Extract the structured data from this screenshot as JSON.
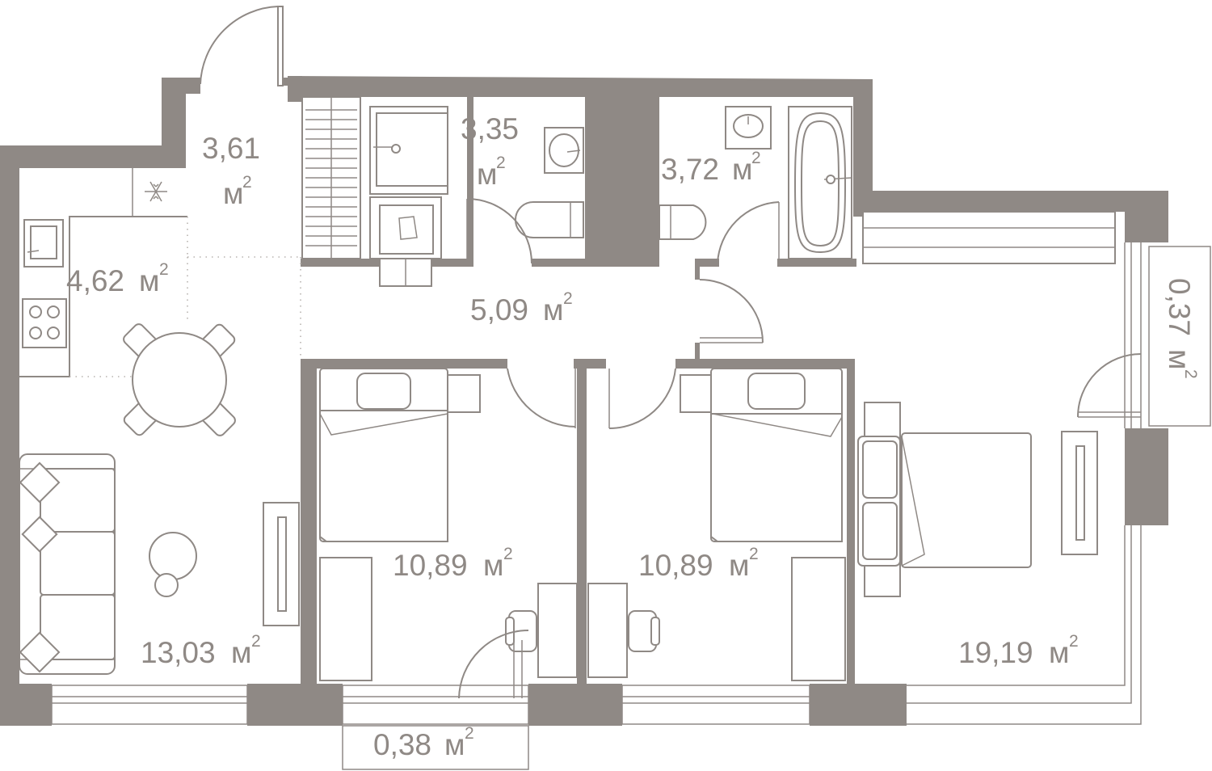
{
  "floor_plan": {
    "unit": "м",
    "unit_superscript": "2",
    "rooms": [
      {
        "id": "entrance",
        "area": "3,61"
      },
      {
        "id": "wc",
        "area": "3,35"
      },
      {
        "id": "bathroom",
        "area": "3,72"
      },
      {
        "id": "kitchen",
        "area": "4,62"
      },
      {
        "id": "hall",
        "area": "5,09"
      },
      {
        "id": "living",
        "area": "13,03"
      },
      {
        "id": "bedroom-1",
        "area": "10,89"
      },
      {
        "id": "bedroom-2",
        "area": "10,89"
      },
      {
        "id": "master-bedroom",
        "area": "19,19"
      },
      {
        "id": "balcony-bottom",
        "area": "0,38"
      },
      {
        "id": "balcony-right",
        "area": "0,37"
      }
    ],
    "icons": {
      "freezer": "snowflake-icon"
    },
    "colors": {
      "wall": "#8f8985",
      "background": "#ffffff"
    }
  }
}
